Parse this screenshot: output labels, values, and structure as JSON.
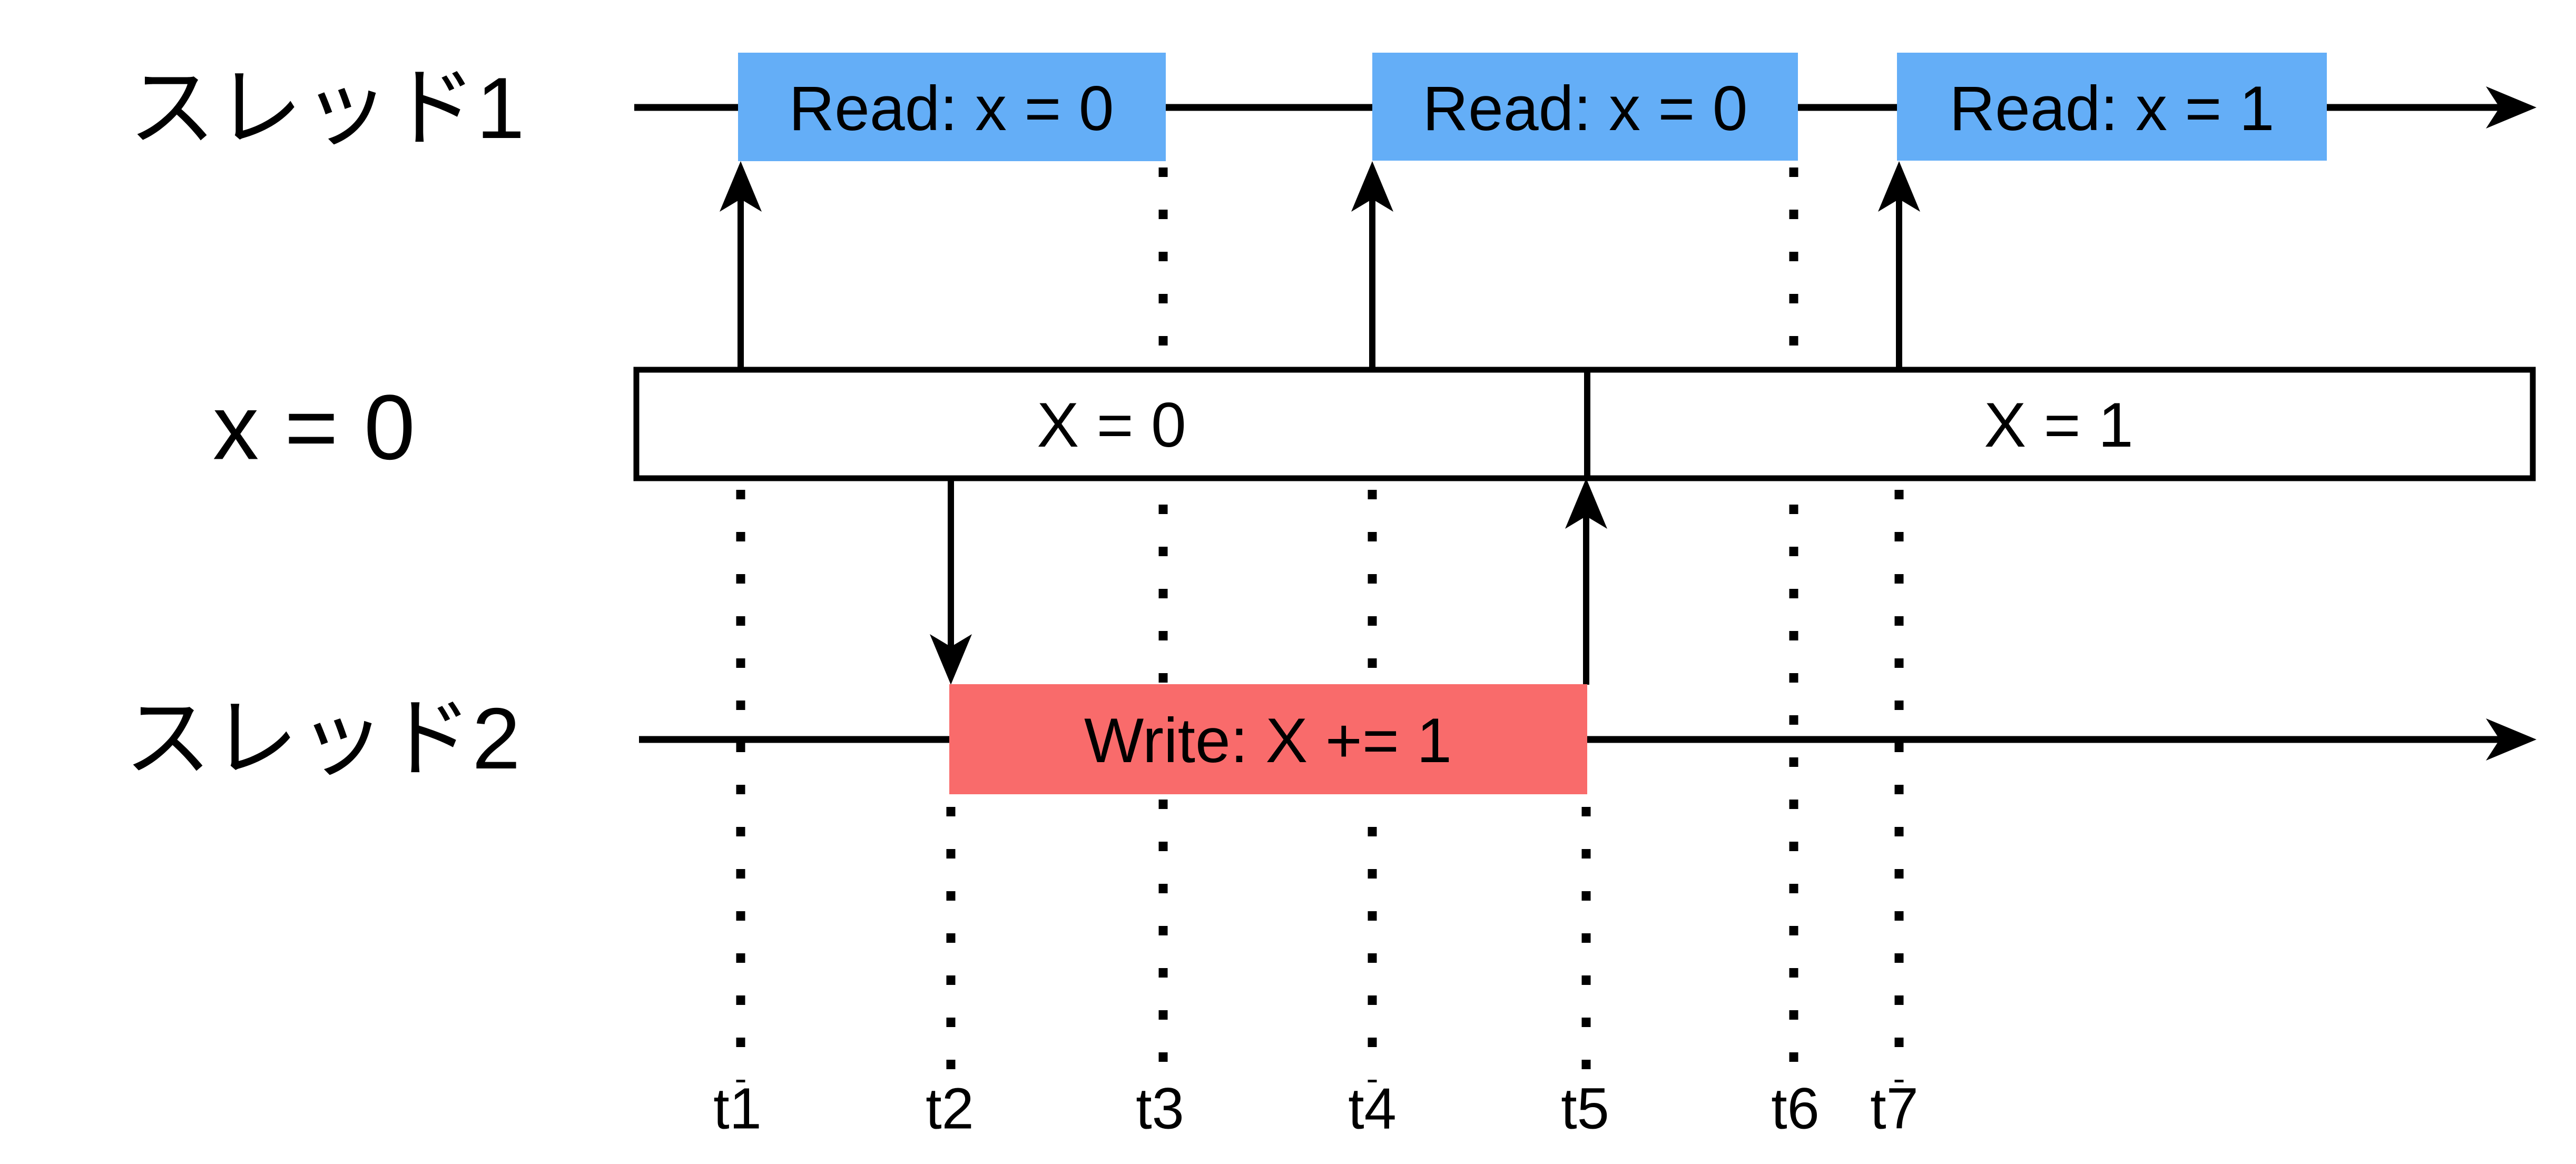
{
  "diagram": {
    "thread1_label": "スレッド1",
    "thread2_label": "スレッド2",
    "shared_var_label": "x = 0",
    "state_segments": [
      {
        "label": "X = 0"
      },
      {
        "label": "X = 1"
      }
    ],
    "thread1_events": [
      {
        "label": "Read: x = 0"
      },
      {
        "label": "Read: x = 0"
      },
      {
        "label": "Read: x = 1"
      }
    ],
    "thread2_events": [
      {
        "label": "Write: X += 1"
      }
    ],
    "time_labels": [
      "t1",
      "t2",
      "t3",
      "t4",
      "t5",
      "t6",
      "t7"
    ],
    "colors": {
      "read_box": "#64AEF7",
      "write_box": "#F96B6B",
      "line": "#000000",
      "background": "#FFFFFF"
    }
  }
}
